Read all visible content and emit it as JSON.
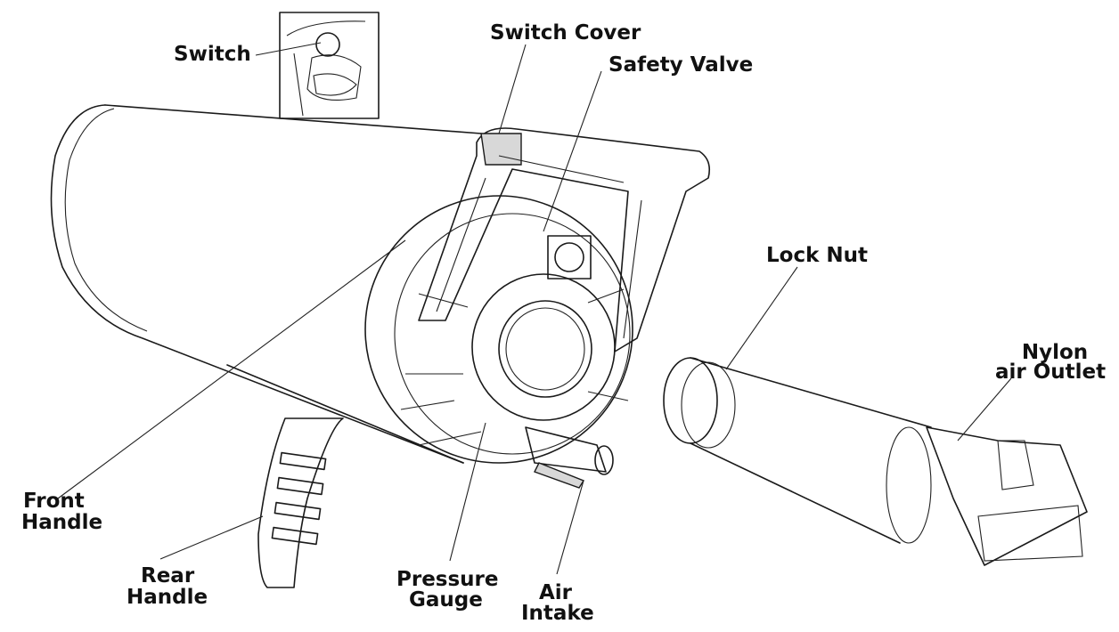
{
  "diagram": {
    "labels": {
      "switch": "Switch",
      "switch_cover": "Switch Cover",
      "safety_valve": "Safety Valve",
      "lock_nut": "Lock Nut",
      "nylon_outlet_1": "Nylon",
      "nylon_outlet_2": "air Outlet",
      "front_handle_1": "Front",
      "front_handle_2": "Handle",
      "rear_handle_1": "Rear",
      "rear_handle_2": "Handle",
      "pressure_gauge_1": "Pressure",
      "pressure_gauge_2": "Gauge",
      "air_intake_1": "Air",
      "air_intake_2": "Intake"
    }
  }
}
